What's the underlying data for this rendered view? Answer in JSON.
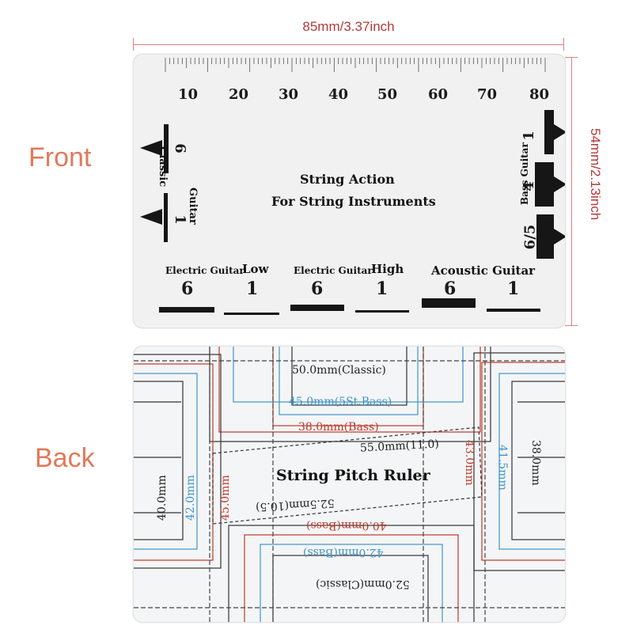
{
  "labels": {
    "front": "Front",
    "back": "Back"
  },
  "dimensions": {
    "width": "85mm/3.37inch",
    "height": "54mm/2.13inch"
  },
  "front": {
    "scale_numbers": [
      "10",
      "20",
      "30",
      "40",
      "50",
      "60",
      "70",
      "80"
    ],
    "title_line1": "String Action",
    "title_line2": "For String Instruments",
    "classic_guitar": {
      "label1": "Classic",
      "label2": "Guitar",
      "num6": "6",
      "num1": "1"
    },
    "bass_guitar": {
      "label": "Bass Guitar",
      "num1": "1",
      "num4": "4",
      "num65": "6/5"
    },
    "electric_low": {
      "label": "Electric Guitar",
      "sub": "Low",
      "num6": "6",
      "num1": "1"
    },
    "electric_high": {
      "label": "Electric Guitar",
      "sub": "High",
      "num6": "6",
      "num1": "1"
    },
    "acoustic": {
      "label": "Acoustic Guitar",
      "num6": "6",
      "num1": "1"
    }
  },
  "back": {
    "title": "String Pitch Ruler",
    "m50_classic": "50.0mm(Classic)",
    "m45_5st": "45.0mm(5St.Bass)",
    "m38_bass": "38.0mm(Bass)",
    "m55": "55.0mm(11.0)",
    "m43": "43.0mm",
    "m41_5": "41.5mm",
    "m38": "38.0mm",
    "m40": "40.0mm",
    "m42": "42.0mm",
    "m45": "45.0mm",
    "m52_5": "52.5mm(10.5)",
    "m40_bass": "40.0mm(Bass)",
    "m42_bass": "42.0mm(Bass)",
    "m52_classic": "52.0mm(Classic)"
  },
  "colors": {
    "label": "#e07a5a",
    "dimension": "#b33a3a",
    "red_mark": "#c0392b",
    "blue_mark": "#3f95c9",
    "ink": "#161616"
  }
}
